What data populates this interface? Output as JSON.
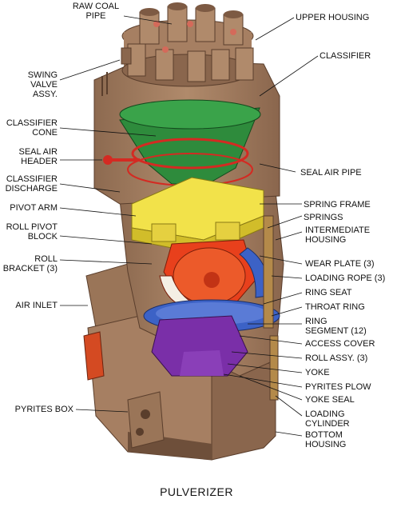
{
  "title": "PULVERIZER",
  "colors": {
    "housing": "#a67f62",
    "housing_dark": "#7d5a43",
    "green": "#2e8b3c",
    "yellow": "#f2e24a",
    "red_orange": "#e8401c",
    "blue": "#3c62c6",
    "purple": "#7a2fa8",
    "red": "#d42a22",
    "leader": "#111111"
  },
  "labels": {
    "raw_coal_pipe": "RAW COAL\nPIPE",
    "upper_housing": "UPPER HOUSING",
    "classifier": "CLASSIFIER",
    "swing_valve_assy": "SWING\nVALVE\nASSY.",
    "classifier_cone": "CLASSIFIER\nCONE",
    "seal_air_header": "SEAL AIR\nHEADER",
    "classifier_discharge": "CLASSIFIER\nDISCHARGE",
    "seal_air_pipe": "SEAL AIR PIPE",
    "spring_frame": "SPRING FRAME",
    "pivot_arm": "PIVOT ARM",
    "springs": "SPRINGS",
    "roll_pivot_block": "ROLL PIVOT\nBLOCK",
    "intermediate_housing": "INTERMEDIATE\nHOUSING",
    "roll_bracket": "ROLL\nBRACKET (3)",
    "wear_plate": "WEAR PLATE (3)",
    "loading_rope": "LOADING ROPE (3)",
    "air_inlet": "AIR INLET",
    "ring_seat": "RING SEAT",
    "throat_ring": "THROAT RING",
    "ring_segment": "RING\nSEGMENT (12)",
    "access_cover": "ACCESS COVER",
    "roll_assy": "ROLL ASSY. (3)",
    "yoke": "YOKE",
    "pyrites_plow": "PYRITES PLOW",
    "pyrites_box": "PYRITES BOX",
    "yoke_seal": "YOKE SEAL",
    "loading_cylinder": "LOADING\nCYLINDER",
    "bottom_housing": "BOTTOM\nHOUSING"
  }
}
